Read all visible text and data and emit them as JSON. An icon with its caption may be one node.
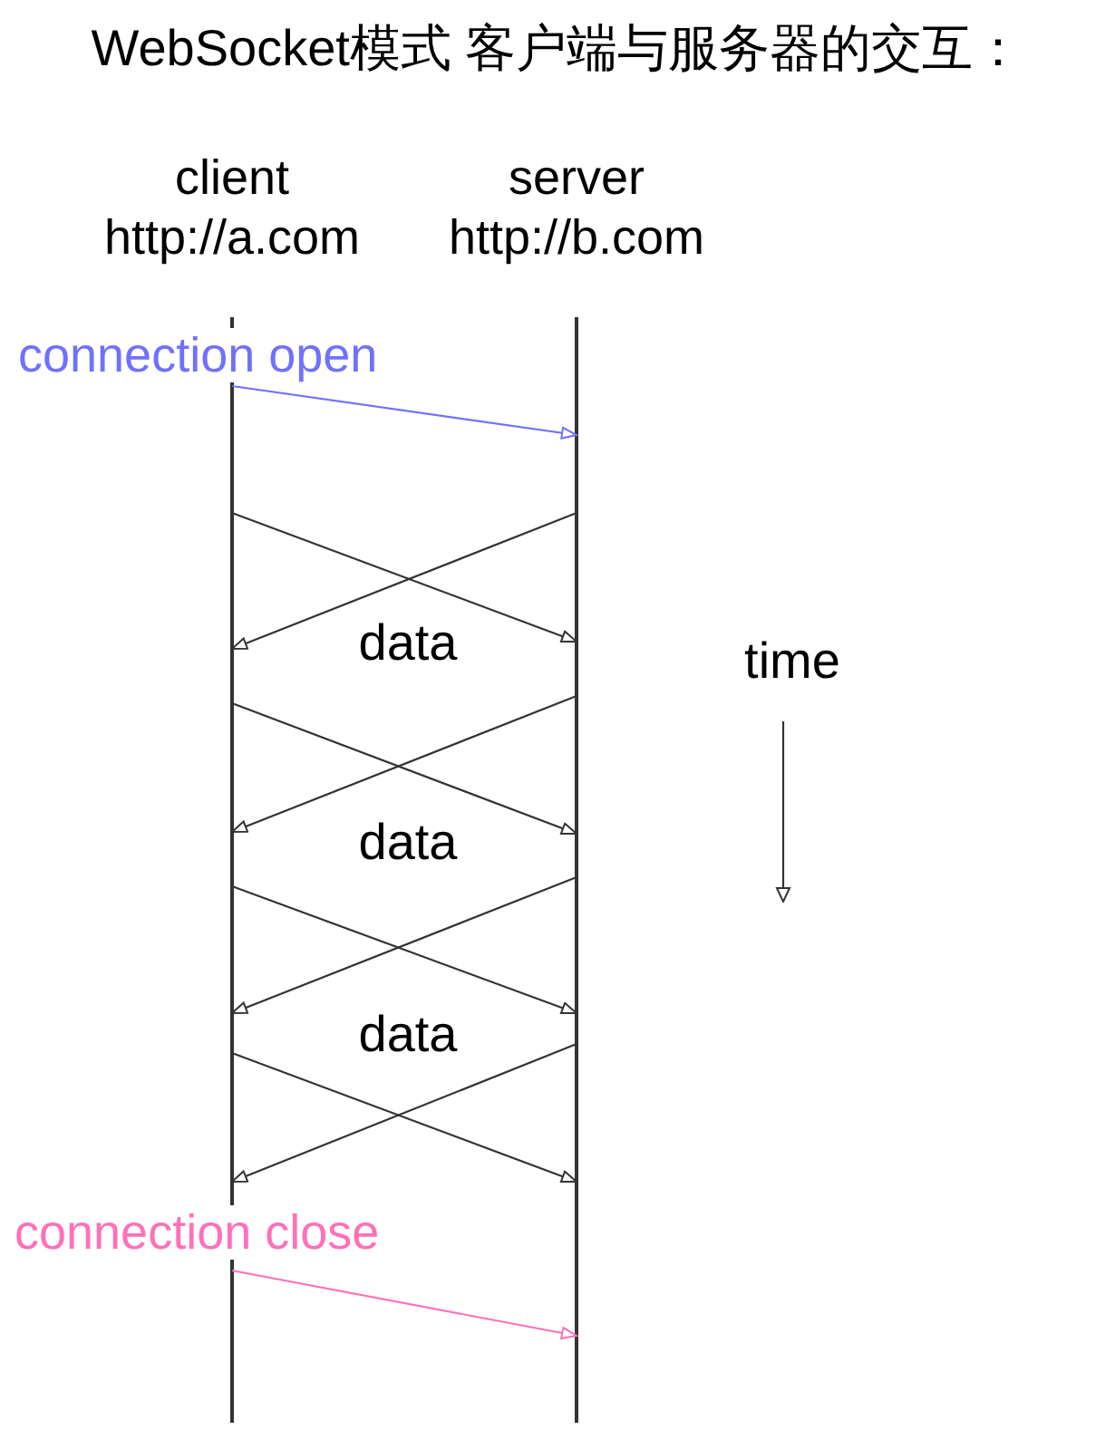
{
  "diagram": {
    "title": "WebSocket模式 客户端与服务器的交互：",
    "nodes": [
      {
        "text": [
          "client",
          "http://a.com"
        ]
      },
      {
        "text": [
          "server",
          "http://b.com"
        ]
      }
    ],
    "edges": [
      {
        "from": 0,
        "to": 1,
        "arrow": "to",
        "label": "connection open",
        "color": "#7070ff"
      },
      {
        "from": 0,
        "to": 1,
        "arrow": "to"
      },
      {
        "from": 1,
        "to": 0,
        "arrow": "to"
      },
      {
        "from": 0,
        "to": 1,
        "arrow": "to"
      },
      {
        "from": 1,
        "to": 0,
        "arrow": "to"
      },
      {
        "from": 0,
        "to": 1,
        "arrow": "to"
      },
      {
        "from": 1,
        "to": 0,
        "arrow": "to"
      },
      {
        "from": 0,
        "to": 1,
        "arrow": "to"
      },
      {
        "from": 1,
        "to": 0,
        "arrow": "to"
      },
      {
        "from": 0,
        "to": 1,
        "arrow": "to",
        "label": "connection close",
        "color": "#ff70b8"
      }
    ],
    "labels": [
      "data",
      "data",
      "data",
      "time"
    ]
  }
}
